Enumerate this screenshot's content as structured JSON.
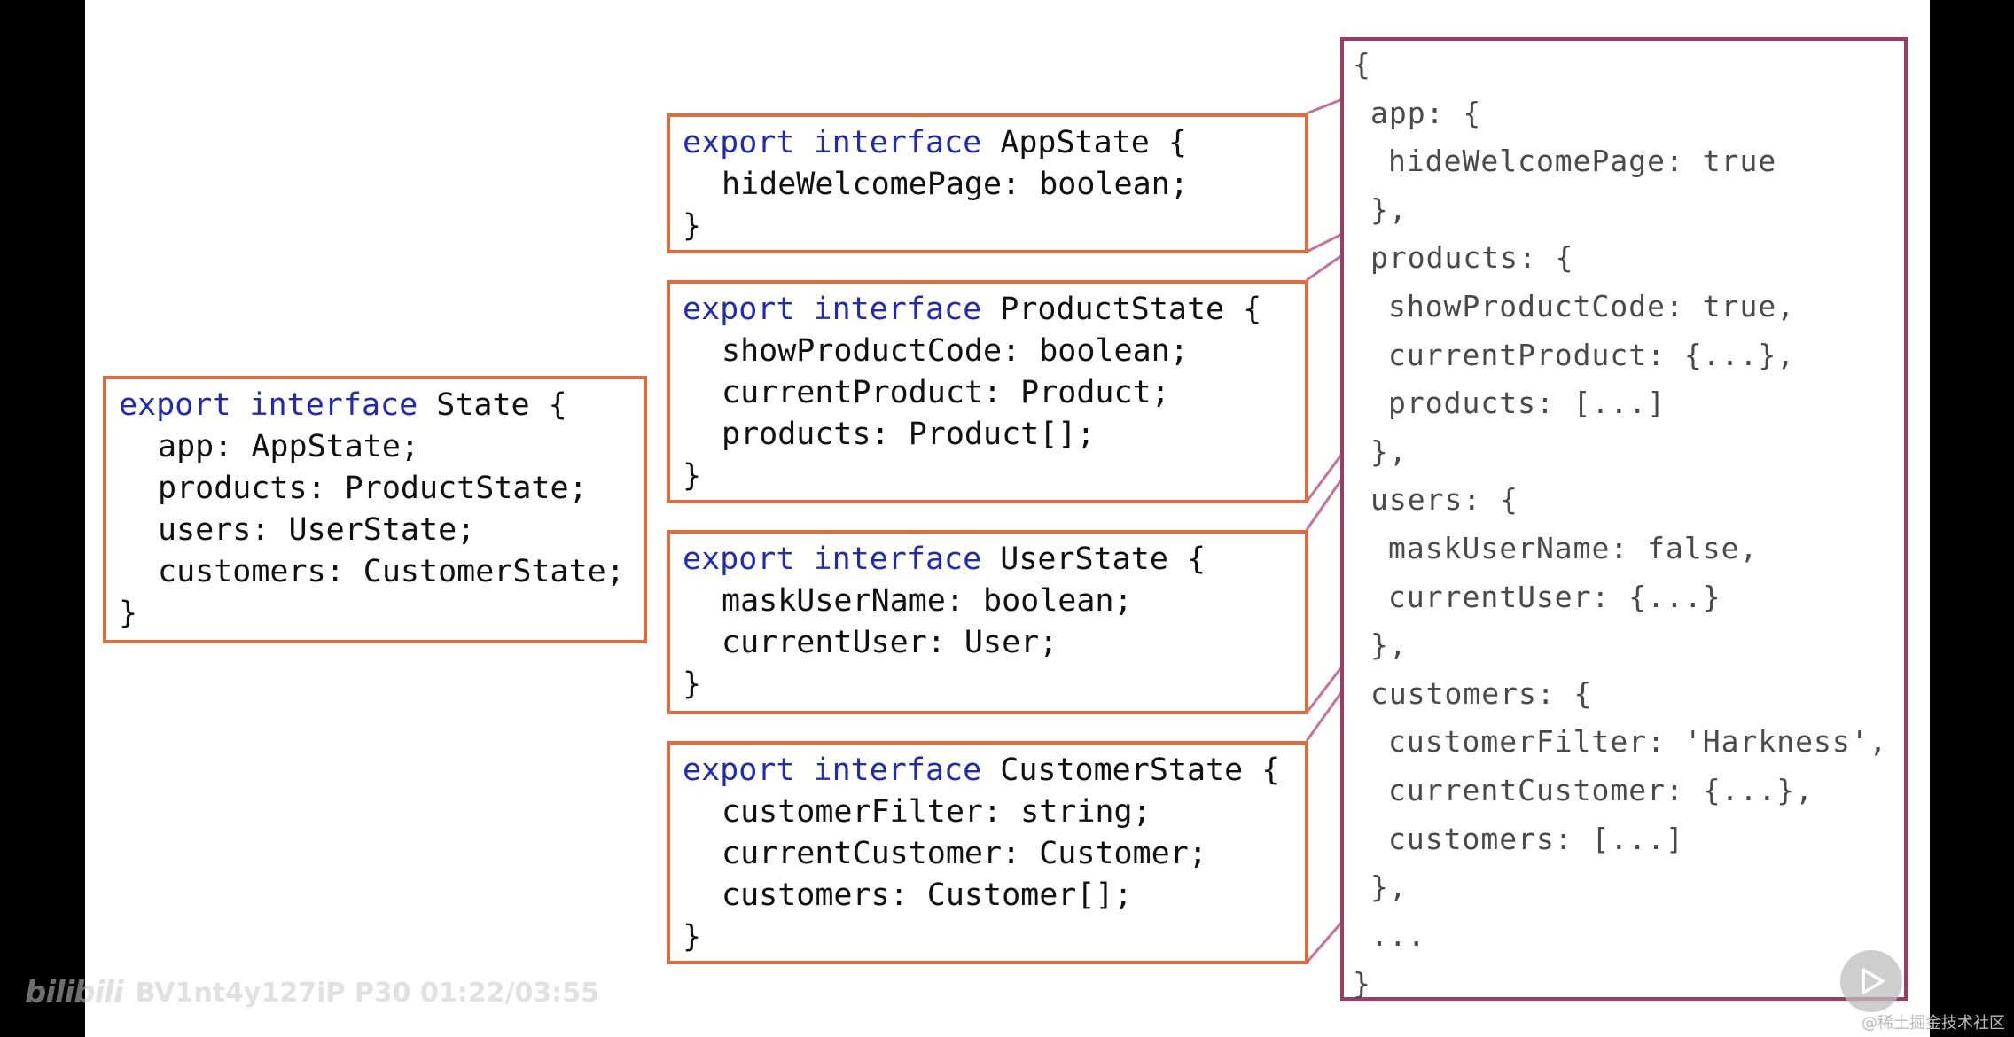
{
  "colors": {
    "box_border": "#e06c3c",
    "object_border": "#9c3b64",
    "keyword": "#1f2bb8",
    "connector": "#c8709a"
  },
  "state_interface": {
    "export_kw": "export",
    "interface_kw": "interface",
    "header_rest": " State {",
    "lines": [
      "app: AppState;",
      "products: ProductState;",
      "users: UserState;",
      "customers: CustomerState;"
    ],
    "close": "}"
  },
  "app_state": {
    "export_kw": "export",
    "interface_kw": "interface",
    "header_rest": " AppState {",
    "lines": [
      "hideWelcomePage: boolean;"
    ],
    "close": "}"
  },
  "product_state": {
    "export_kw": "export",
    "interface_kw": "interface",
    "header_rest": " ProductState {",
    "lines": [
      "showProductCode: boolean;",
      "currentProduct: Product;",
      "products: Product[];"
    ],
    "close": "}"
  },
  "user_state": {
    "export_kw": "export",
    "interface_kw": "interface",
    "header_rest": " UserState {",
    "lines": [
      "maskUserName: boolean;",
      "currentUser: User;"
    ],
    "close": "}"
  },
  "customer_state": {
    "export_kw": "export",
    "interface_kw": "interface",
    "header_rest": " CustomerState {",
    "lines": [
      "customerFilter: string;",
      "currentCustomer: Customer;",
      "customers: Customer[];"
    ],
    "close": "}"
  },
  "state_object": {
    "lines": [
      "{",
      "app: {",
      "hideWelcomePage: true",
      "},",
      "products: {",
      "showProductCode: true,",
      "currentProduct: {...},",
      "products: [...]",
      "},",
      "users: {",
      "maskUserName: false,",
      "currentUser: {...}",
      "},",
      "customers: {",
      "customerFilter: 'Harkness',",
      "currentCustomer: {...},",
      "customers: [...]",
      "},",
      "...",
      "}"
    ]
  },
  "watermark": {
    "logo": "bilibili",
    "text": "BV1nt4y127iP P30 01:22/03:55"
  },
  "corner_credit": "@稀土掘金技术社区",
  "icons": {
    "play": "play-icon"
  }
}
